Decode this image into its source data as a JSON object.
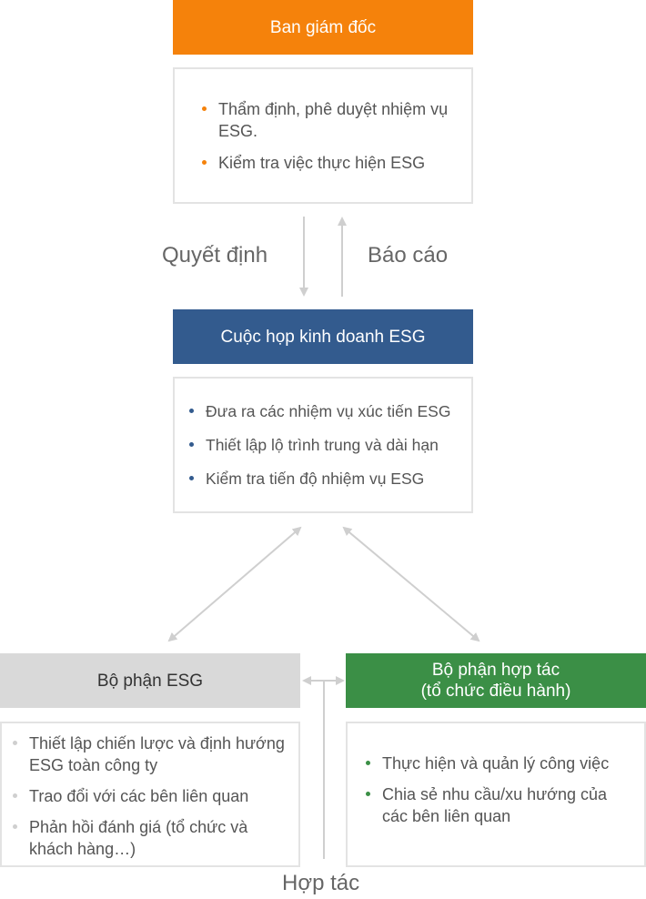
{
  "board": {
    "title": "Ban giám đốc",
    "items": [
      "Thẩm định, phê duyệt nhiệm vụ ESG.",
      "Kiểm tra việc thực hiện ESG"
    ]
  },
  "flow_labels": {
    "decision": "Quyết định",
    "report": "Báo cáo",
    "cooperation": "Hợp tác"
  },
  "meeting": {
    "title": "Cuộc họp kinh doanh ESG",
    "items": [
      "Đưa ra các nhiệm vụ xúc tiến ESG",
      "Thiết lập lộ trình trung và dài hạn",
      "Kiểm tra tiến độ nhiệm vụ ESG"
    ]
  },
  "esg_dept": {
    "title": "Bộ phận ESG",
    "items": [
      "Thiết lập chiến lược và định hướng ESG toàn công ty",
      "Trao đổi với các bên liên quan",
      "Phản hồi đánh giá (tổ chức và khách hàng…)"
    ]
  },
  "coop_dept": {
    "title_line1": "Bộ phận hợp tác",
    "title_line2": "(tổ chức điều hành)",
    "items": [
      "Thực hiện và quản lý công việc",
      "Chia sẻ nhu cầu/xu hướng của các bên liên quan"
    ]
  },
  "colors": {
    "board": "#f5820b",
    "meeting": "#335b8e",
    "esg_dept": "#d9d9d9",
    "coop_dept": "#3b8f46",
    "arrow": "#cfcfcf"
  }
}
